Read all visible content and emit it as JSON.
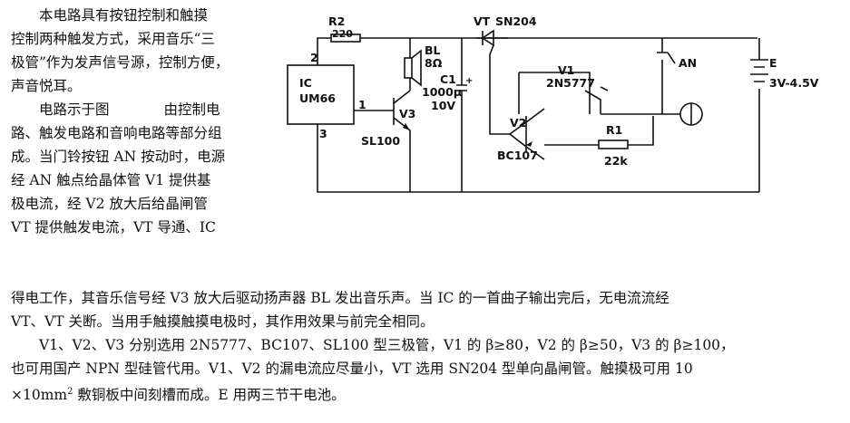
{
  "text": {
    "intro_1": "本电路具有按钮控制和触摸",
    "intro_2": "控制两种触发方式，采用音乐“三",
    "intro_3": "极管”作为发声信号源，控制方便，",
    "intro_4": "声音悦耳。",
    "desc_1": "电路示于图",
    "desc_1b": "由控制电",
    "desc_2": "路、触发电路和音响电路等部分组",
    "desc_3": "成。当门铃按钮 AN 按动时，电源",
    "desc_4": "经 AN 触点给晶体管 V1 提供基",
    "desc_5": "极电流，经 V2 放大后给晶闸管",
    "desc_6": "VT 提供触发电流，VT 导通、IC",
    "full_1": "得电工作，其音乐信号经 V3 放大后驱动扬声器 BL 发出音乐声。当 IC 的一首曲子输出完后，无电流流经",
    "full_2": "VT、VT 关断。当用手触摸触摸电极时，其作用效果与前完全相同。",
    "full_3": "V1、V2、V3 分别选用 2N5777、BC107、SL100 型三极管，V1 的 β≥80，V2 的 β≥50，V3 的 β≥100，",
    "full_4": "也可用国产 NPN 型硅管代用。V1、V2 的漏电流应尽量小，VT 选用 SN204 型单向晶闸管。触摸极可用 10",
    "full_5a": "×10mm",
    "full_5sup": "2",
    "full_5b": " 敷铜板中间刻槽而成。E 用两三节干电池。"
  },
  "circuit": {
    "ic_label": "IC",
    "ic_model": "UM66",
    "pin2": "2",
    "pin1": "1",
    "pin3": "3",
    "r2_name": "R2",
    "r2_value": "220",
    "bl_name": "BL",
    "bl_value": "8Ω",
    "c1_name": "C1",
    "c1_value": "1000μ",
    "c1_voltage": "10V",
    "v3_name": "V3",
    "v3_model": "SL100",
    "vt_name": "VT",
    "vt_model": "SN204",
    "v1_name": "V1",
    "v1_model": "2N5777",
    "v2_name": "V2",
    "v2_model": "BC107",
    "r1_name": "R1",
    "r1_value": "22k",
    "an_label": "AN",
    "e_label": "E",
    "e_value": "3V-4.5V"
  }
}
